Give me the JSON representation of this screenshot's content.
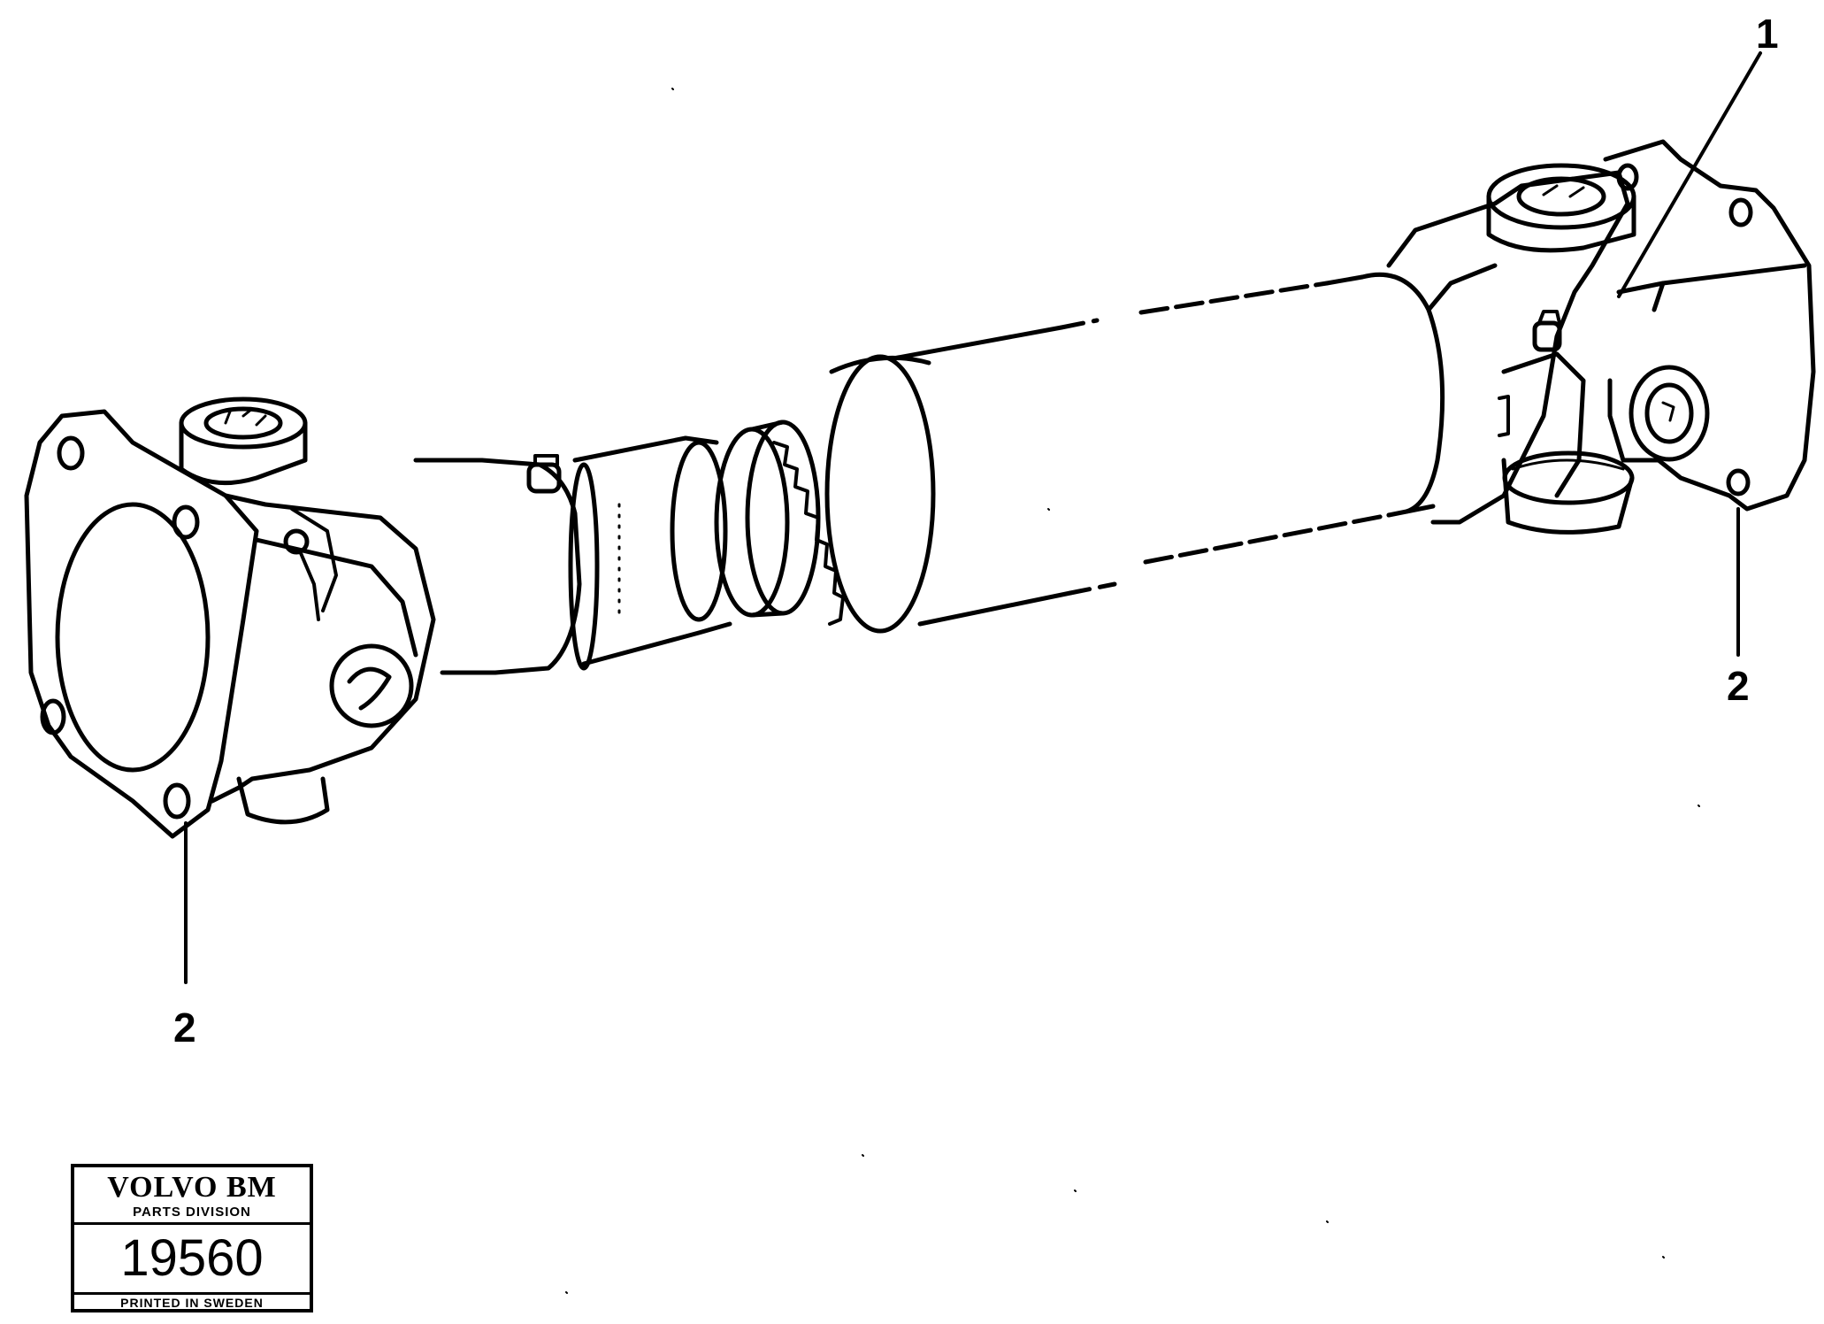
{
  "figure": {
    "callouts": {
      "ref_1": "1",
      "ref_2_left": "2",
      "ref_2_right": "2"
    }
  },
  "stamp": {
    "brand": "VOLVO BM",
    "division": "PARTS DIVISION",
    "number": "19560",
    "printed": "PRINTED IN SWEDEN"
  }
}
